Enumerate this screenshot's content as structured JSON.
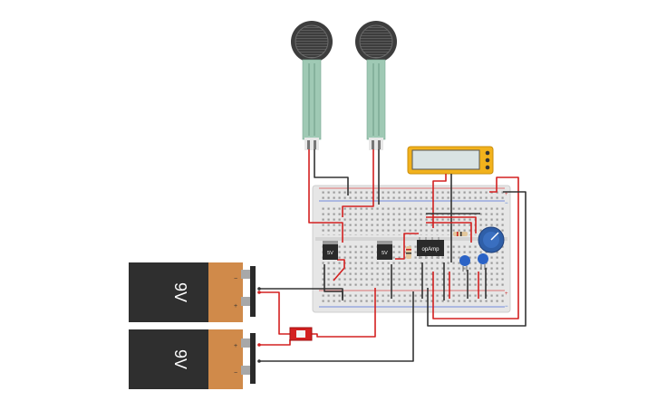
{
  "canvas": {
    "background": "#ffffff"
  },
  "batteries": [
    {
      "label": "9V",
      "top_terminal": "−",
      "bottom_terminal": "+"
    },
    {
      "label": "9V",
      "top_terminal": "+",
      "bottom_terminal": "−"
    }
  ],
  "regulators": [
    {
      "label": "5V"
    },
    {
      "label": "5V"
    }
  ],
  "opamp": {
    "label": "opAmp"
  },
  "breadboard": {
    "rail_markers": [
      "+",
      "−",
      "+",
      "−"
    ]
  },
  "multimeter": {
    "display": ""
  },
  "components": {
    "force_sensors": [
      "force-sensor-1",
      "force-sensor-2"
    ],
    "switch": "slide-switch",
    "potentiometer": "potentiometer",
    "capacitors": [
      "capacitor-1",
      "capacitor-2"
    ]
  },
  "colors": {
    "battery_body": "#2f2f2f",
    "battery_cap": "#d08a4a",
    "wire_red": "#d32020",
    "wire_black": "#333333",
    "breadboard": "#e6e6e6",
    "sensor_film": "#9fc9b4",
    "multimeter": "#f2b21c",
    "pot_knob": "#2f5fa8",
    "capacitor": "#2b63c6"
  }
}
